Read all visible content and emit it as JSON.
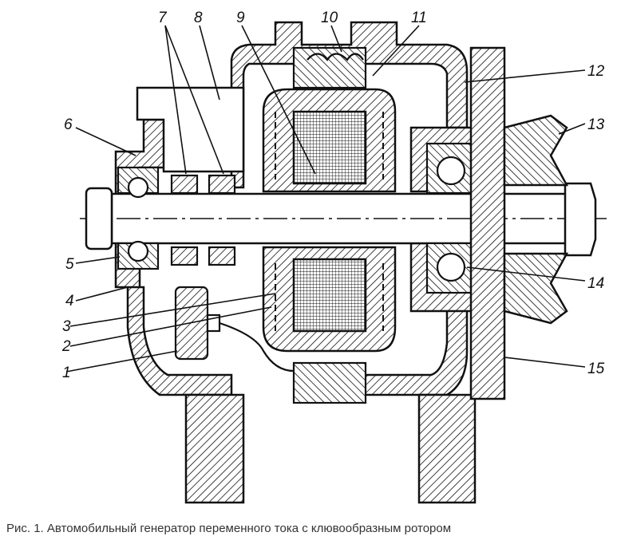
{
  "diagram": {
    "labels": [
      "1",
      "2",
      "3",
      "4",
      "5",
      "6",
      "7",
      "8",
      "9",
      "10",
      "11",
      "12",
      "13",
      "14",
      "15"
    ]
  },
  "caption": "Рис. 1. Автомобильный генератор переменного тока с клювообразным ротором"
}
